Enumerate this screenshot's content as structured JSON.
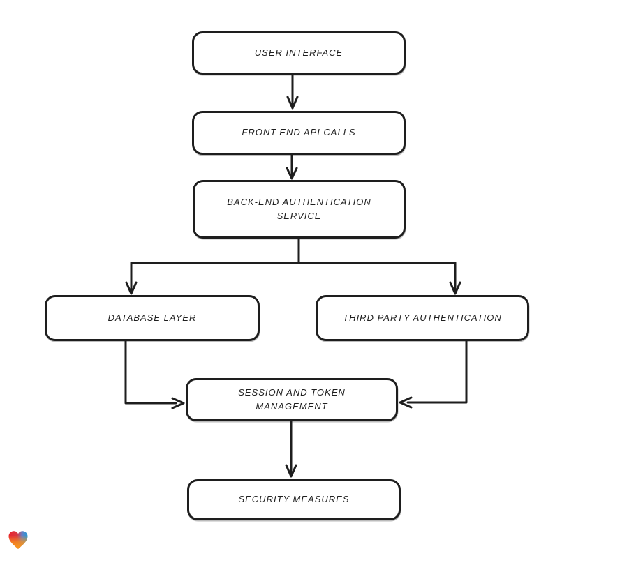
{
  "diagram": {
    "stroke_color": "#1e1e1e",
    "node_fill": "#ffffff",
    "background": "#ffffff",
    "nodes": [
      {
        "id": "user-interface",
        "label": "USER INTERFACE"
      },
      {
        "id": "front-end-api-calls",
        "label": "FRONT-END API CALLS"
      },
      {
        "id": "back-end-authentication-service",
        "label": "BACK-END AUTHENTICATION SERVICE"
      },
      {
        "id": "database-layer",
        "label": "DATABASE LAYER"
      },
      {
        "id": "third-party-authentication",
        "label": "THIRD PARTY AUTHENTICATION"
      },
      {
        "id": "session-and-token-management",
        "label": "SESSION AND TOKEN MANAGEMENT"
      },
      {
        "id": "security-measures",
        "label": "SECURITY MEASURES"
      }
    ],
    "edges": [
      {
        "from": "user-interface",
        "to": "front-end-api-calls"
      },
      {
        "from": "front-end-api-calls",
        "to": "back-end-authentication-service"
      },
      {
        "from": "back-end-authentication-service",
        "to": "database-layer"
      },
      {
        "from": "back-end-authentication-service",
        "to": "third-party-authentication"
      },
      {
        "from": "database-layer",
        "to": "session-and-token-management"
      },
      {
        "from": "third-party-authentication",
        "to": "session-and-token-management"
      },
      {
        "from": "session-and-token-management",
        "to": "security-measures"
      }
    ]
  },
  "footer": {
    "logo": {
      "icon": "heart-icon",
      "colors": {
        "red": "#e8252f",
        "blue": "#1f9bd7",
        "orange": "#f7941d"
      }
    }
  }
}
